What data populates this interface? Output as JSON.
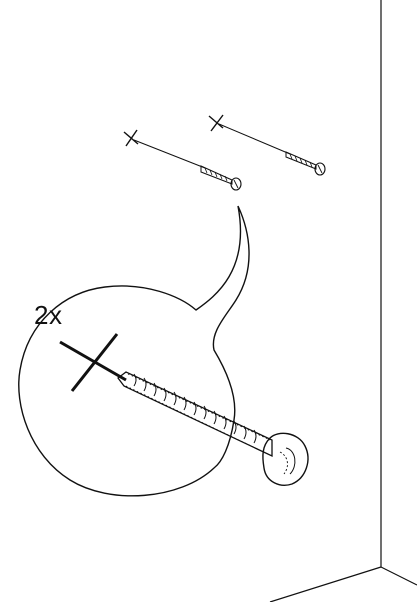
{
  "diagram": {
    "callout": {
      "quantity_label": "2x"
    },
    "screws": [
      {
        "id": "left-screw"
      },
      {
        "id": "right-screw"
      }
    ],
    "colors": {
      "line": "#111111",
      "background": "#ffffff"
    },
    "icons": {
      "drill_mark": "cross-mark-icon",
      "screw": "screw-icon"
    }
  }
}
